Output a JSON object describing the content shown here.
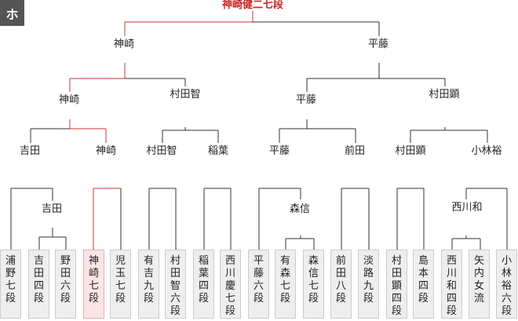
{
  "block_label": "ホ",
  "champion": "神崎健二七段",
  "colors": {
    "win_line": "#cc3333",
    "line": "#333333"
  },
  "rounds": {
    "r1": [
      {
        "label": "神崎",
        "win": true
      },
      {
        "label": "平藤",
        "win": false
      }
    ],
    "r2": [
      {
        "label": "神崎",
        "win": true
      },
      {
        "label": "村田智",
        "win": false
      },
      {
        "label": "平藤",
        "win": false
      },
      {
        "label": "村田顕",
        "win": false
      }
    ],
    "r3": [
      {
        "label": "吉田",
        "win": false
      },
      {
        "label": "神崎",
        "win": true
      },
      {
        "label": "村田智",
        "win": false
      },
      {
        "label": "稲葉",
        "win": false
      },
      {
        "label": "平藤",
        "win": false
      },
      {
        "label": "前田",
        "win": false
      },
      {
        "label": "村田顕",
        "win": false
      },
      {
        "label": "小林裕",
        "win": false
      }
    ],
    "r4": [
      {
        "label": "吉田"
      },
      {
        "label": "森信"
      },
      {
        "label": "西川和"
      }
    ]
  },
  "players": [
    {
      "name": "浦野七段",
      "win": false
    },
    {
      "name": "吉田四段",
      "win": false
    },
    {
      "name": "野田六段",
      "win": false
    },
    {
      "name": "神崎七段",
      "win": true
    },
    {
      "name": "児玉七段",
      "win": false
    },
    {
      "name": "有吉九段",
      "win": false
    },
    {
      "name": "村田智六段",
      "win": false
    },
    {
      "name": "稲葉四段",
      "win": false
    },
    {
      "name": "西川慶七段",
      "win": false
    },
    {
      "name": "平藤六段",
      "win": false
    },
    {
      "name": "有森七段",
      "win": false
    },
    {
      "name": "森　信七段",
      "win": false
    },
    {
      "name": "前田八段",
      "win": false
    },
    {
      "name": "淡路九段",
      "win": false
    },
    {
      "name": "村田顕四段",
      "win": false
    },
    {
      "name": "島本四段",
      "win": false
    },
    {
      "name": "西川和四段",
      "win": false
    },
    {
      "name": "矢内女流",
      "win": false
    },
    {
      "name": "小林裕六段",
      "win": false
    }
  ]
}
